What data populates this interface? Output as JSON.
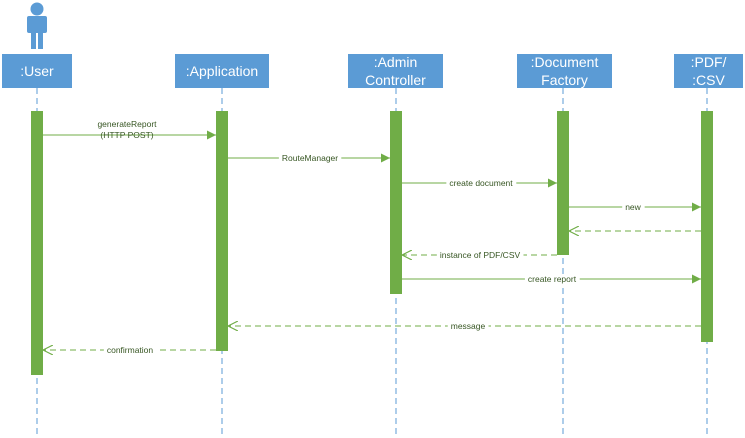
{
  "diagram": {
    "actor_icon": "stick-person-icon",
    "lifelines": [
      {
        "id": "user",
        "label": ":User"
      },
      {
        "id": "application",
        "label": ":Application"
      },
      {
        "id": "admin-controller",
        "label": ":Admin\nController"
      },
      {
        "id": "document-factory",
        "label": ":Document\nFactory"
      },
      {
        "id": "pdf-csv",
        "label": ":PDF/\n:CSV"
      }
    ],
    "messages": [
      {
        "label": "generateReport\n(HTTP POST)",
        "from": "user",
        "to": "application",
        "type": "sync"
      },
      {
        "label": "RouteManager",
        "from": "application",
        "to": "admin-controller",
        "type": "sync"
      },
      {
        "label": "create document",
        "from": "admin-controller",
        "to": "document-factory",
        "type": "sync"
      },
      {
        "label": "new",
        "from": "document-factory",
        "to": "pdf-csv",
        "type": "sync"
      },
      {
        "label": "",
        "from": "pdf-csv",
        "to": "document-factory",
        "type": "return"
      },
      {
        "label": "instance of PDF/CSV",
        "from": "document-factory",
        "to": "admin-controller",
        "type": "return"
      },
      {
        "label": "create report",
        "from": "admin-controller",
        "to": "pdf-csv",
        "type": "sync"
      },
      {
        "label": "message",
        "from": "pdf-csv",
        "to": "application",
        "type": "return"
      },
      {
        "label": "confirmation",
        "from": "application",
        "to": "user",
        "type": "return"
      }
    ],
    "colors": {
      "header_fill": "#5B9BD5",
      "header_text": "#FFFFFF",
      "activation_fill": "#70AD47",
      "message_line": "#70AD47",
      "message_text": "#375623",
      "lifeline": "#5B9BD5",
      "actor": "#5B9BD5"
    }
  }
}
